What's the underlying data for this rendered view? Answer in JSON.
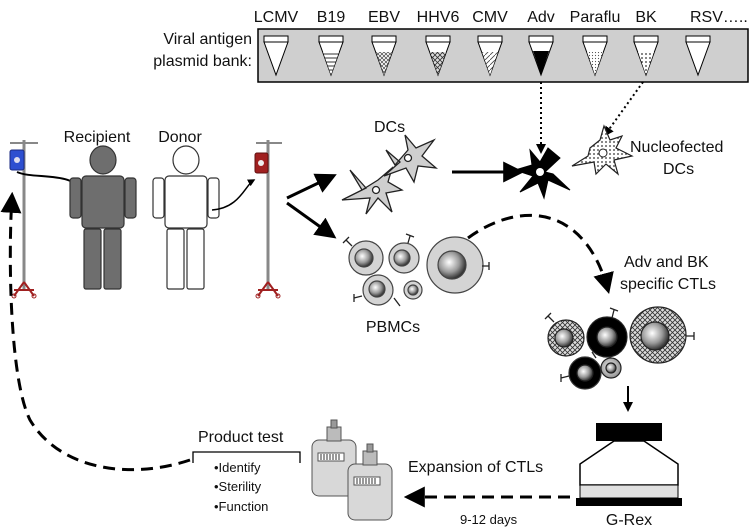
{
  "virus_labels": [
    "LCMV",
    "B19",
    "EBV",
    "HHV6",
    "CMV",
    "Adv",
    "Paraflu",
    "BK",
    "RSV….."
  ],
  "plasmid_bank_label": [
    "Viral antigen",
    "plasmid bank:"
  ],
  "recipient_label": "Recipient",
  "donor_label": "Donor",
  "dcs_label": "DCs",
  "nucleofected_label": [
    "Nucleofected",
    "DCs"
  ],
  "pbmcs_label": "PBMCs",
  "ctl_label": [
    "Adv and BK",
    "specific CTLs"
  ],
  "product_test": {
    "title": "Product test",
    "items": [
      "•Identify",
      "•Sterility",
      "•Function"
    ]
  },
  "expansion_label": "Expansion of CTLs",
  "duration_label": "9-12 days",
  "grex_label": "G-Rex",
  "colors": {
    "recipient_fill": "#6e6e6e",
    "cell_fill": "#d4d4d4",
    "bag_blue": "#2d4fd0",
    "bag_red": "#a02020"
  }
}
